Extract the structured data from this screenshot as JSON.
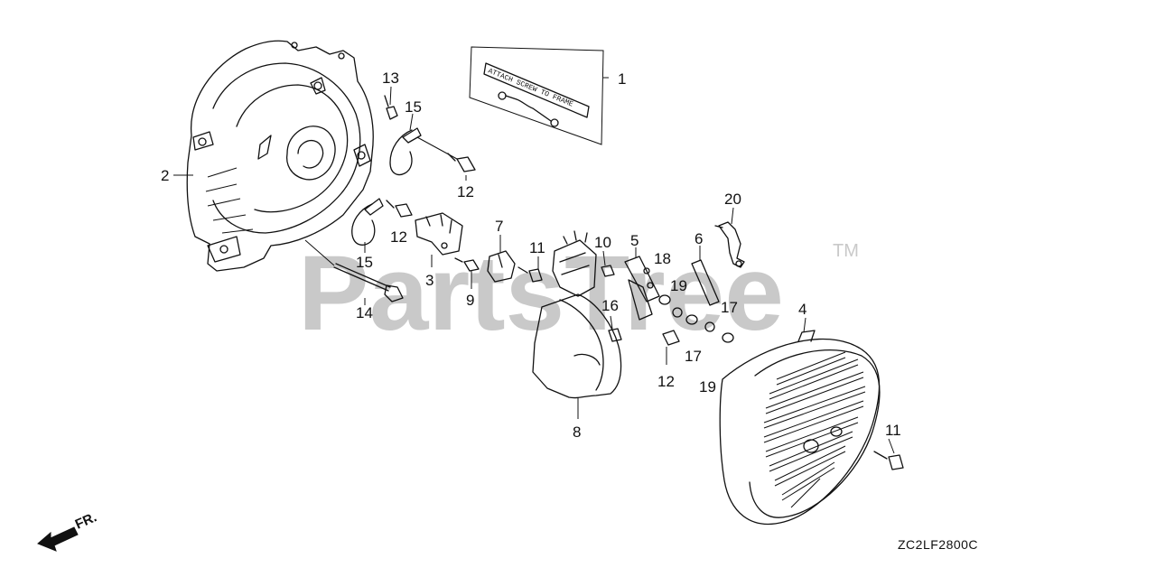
{
  "watermark": {
    "text": "PartsTree",
    "trademark": "TM"
  },
  "diagram_code": "ZC2LF2800C",
  "direction_label": "FR.",
  "label_tag_text": "ATTACH SCREW TO FRAME",
  "callouts": {
    "c1": "1",
    "c2": "2",
    "c3": "3",
    "c4": "4",
    "c5": "5",
    "c6": "6",
    "c7": "7",
    "c8": "8",
    "c9": "9",
    "c10": "10",
    "c11a": "11",
    "c11b": "11",
    "c12a": "12",
    "c12b": "12",
    "c12c": "12",
    "c13": "13",
    "c14": "14",
    "c15a": "15",
    "c15b": "15",
    "c16": "16",
    "c17a": "17",
    "c17b": "17",
    "c18": "18",
    "c19a": "19",
    "c19b": "19",
    "c20": "20"
  },
  "colors": {
    "line": "#111111",
    "watermark": "#c9c9c9",
    "background": "#ffffff"
  }
}
